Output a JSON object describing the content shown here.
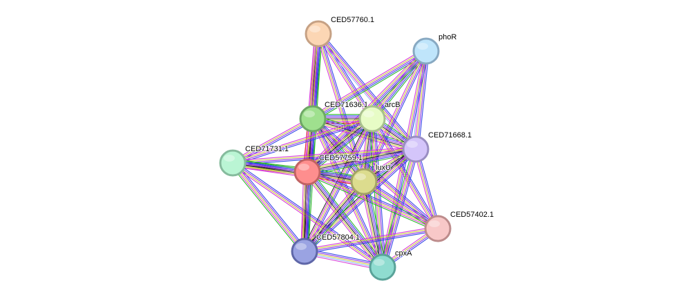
{
  "network": {
    "nodes": [
      {
        "id": "CED57760.1",
        "label": "CED57760.1",
        "fill": "#fcd6b4",
        "stroke": "#c6a184"
      },
      {
        "id": "phoR",
        "label": "phoR",
        "fill": "#bfe5fb",
        "stroke": "#88a9c2"
      },
      {
        "id": "CED71636.1",
        "label": "CED71636.1",
        "fill": "#9fe08e",
        "stroke": "#6ea766"
      },
      {
        "id": "arcB",
        "label": "arcB",
        "fill": "#e7fcc6",
        "stroke": "#a9c08f"
      },
      {
        "id": "CED71668.1",
        "label": "CED71668.1",
        "fill": "#d4c5fa",
        "stroke": "#9a8ec2"
      },
      {
        "id": "CED71731.1",
        "label": "CED71731.1",
        "fill": "#baf5d4",
        "stroke": "#86bb9d"
      },
      {
        "id": "CED57759.1",
        "label": "CED57759.1",
        "fill": "#fe8e8e",
        "stroke": "#c06363"
      },
      {
        "id": "luxU",
        "label": "luxU",
        "fill": "#dcdc8e",
        "stroke": "#a3a366"
      },
      {
        "id": "CED57402.1",
        "label": "CED57402.1",
        "fill": "#f8c8c8",
        "stroke": "#bd8c8c"
      },
      {
        "id": "CED57804.1",
        "label": "CED57804.1",
        "fill": "#9aa3e2",
        "stroke": "#5f67a8"
      },
      {
        "id": "cpxA",
        "label": "cpxA",
        "fill": "#8fdcd0",
        "stroke": "#5aa399"
      }
    ],
    "edges": [
      {
        "source": "CED57760.1",
        "target": "CED71636.1",
        "evidence": [
          "green",
          "blue",
          "purple",
          "black",
          "yellow",
          "magenta"
        ]
      },
      {
        "source": "CED57760.1",
        "target": "CED57759.1",
        "evidence": [
          "green",
          "blue",
          "purple",
          "black",
          "yellow",
          "magenta"
        ]
      },
      {
        "source": "CED57760.1",
        "target": "arcB",
        "evidence": [
          "blue",
          "purple",
          "yellow",
          "magenta"
        ]
      },
      {
        "source": "CED57760.1",
        "target": "CED71668.1",
        "evidence": [
          "blue",
          "purple",
          "yellow",
          "magenta",
          "lightblue"
        ]
      },
      {
        "source": "CED57760.1",
        "target": "luxU",
        "evidence": [
          "blue",
          "purple",
          "yellow",
          "magenta"
        ]
      },
      {
        "source": "CED57760.1",
        "target": "CED57804.1",
        "evidence": [
          "blue",
          "purple",
          "yellow",
          "magenta"
        ]
      },
      {
        "source": "phoR",
        "target": "CED71636.1",
        "evidence": [
          "green",
          "blue",
          "purple",
          "yellow",
          "magenta"
        ]
      },
      {
        "source": "phoR",
        "target": "arcB",
        "evidence": [
          "green",
          "blue",
          "purple",
          "yellow",
          "magenta"
        ]
      },
      {
        "source": "phoR",
        "target": "CED71668.1",
        "evidence": [
          "blue",
          "purple",
          "yellow",
          "magenta",
          "lightblue"
        ]
      },
      {
        "source": "phoR",
        "target": "CED57759.1",
        "evidence": [
          "green",
          "blue",
          "purple",
          "yellow",
          "magenta"
        ]
      },
      {
        "source": "phoR",
        "target": "luxU",
        "evidence": [
          "blue",
          "purple",
          "yellow",
          "magenta"
        ]
      },
      {
        "source": "phoR",
        "target": "cpxA",
        "evidence": [
          "blue",
          "purple",
          "yellow",
          "magenta"
        ]
      },
      {
        "source": "CED71636.1",
        "target": "arcB",
        "evidence": [
          "green",
          "blue",
          "purple",
          "black",
          "yellow",
          "magenta",
          "red"
        ]
      },
      {
        "source": "CED71636.1",
        "target": "CED71668.1",
        "evidence": [
          "green",
          "blue",
          "purple",
          "black",
          "yellow",
          "magenta"
        ]
      },
      {
        "source": "CED71636.1",
        "target": "CED71731.1",
        "evidence": [
          "blue",
          "purple",
          "yellow",
          "magenta"
        ]
      },
      {
        "source": "CED71636.1",
        "target": "CED57759.1",
        "evidence": [
          "green",
          "blue",
          "purple",
          "black",
          "yellow",
          "magenta",
          "red"
        ]
      },
      {
        "source": "CED71636.1",
        "target": "luxU",
        "evidence": [
          "green",
          "blue",
          "purple",
          "black",
          "yellow",
          "magenta"
        ]
      },
      {
        "source": "CED71636.1",
        "target": "CED57402.1",
        "evidence": [
          "blue",
          "purple",
          "yellow",
          "magenta"
        ]
      },
      {
        "source": "CED71636.1",
        "target": "CED57804.1",
        "evidence": [
          "green",
          "blue",
          "purple",
          "black",
          "yellow",
          "magenta"
        ]
      },
      {
        "source": "CED71636.1",
        "target": "cpxA",
        "evidence": [
          "blue",
          "purple",
          "yellow",
          "magenta"
        ]
      },
      {
        "source": "arcB",
        "target": "CED71668.1",
        "evidence": [
          "green",
          "blue",
          "purple",
          "black",
          "yellow",
          "magenta"
        ]
      },
      {
        "source": "arcB",
        "target": "CED71731.1",
        "evidence": [
          "blue",
          "purple",
          "yellow",
          "magenta"
        ]
      },
      {
        "source": "arcB",
        "target": "CED57759.1",
        "evidence": [
          "green",
          "blue",
          "purple",
          "black",
          "yellow",
          "magenta"
        ]
      },
      {
        "source": "arcB",
        "target": "luxU",
        "evidence": [
          "green",
          "blue",
          "purple",
          "black",
          "yellow",
          "magenta"
        ]
      },
      {
        "source": "arcB",
        "target": "CED57402.1",
        "evidence": [
          "blue",
          "purple",
          "yellow",
          "magenta"
        ]
      },
      {
        "source": "arcB",
        "target": "CED57804.1",
        "evidence": [
          "blue",
          "purple",
          "yellow",
          "magenta",
          "black"
        ]
      },
      {
        "source": "arcB",
        "target": "cpxA",
        "evidence": [
          "blue",
          "purple",
          "yellow",
          "magenta",
          "green"
        ]
      },
      {
        "source": "CED71668.1",
        "target": "CED71731.1",
        "evidence": [
          "blue",
          "purple",
          "yellow",
          "magenta"
        ]
      },
      {
        "source": "CED71668.1",
        "target": "CED57759.1",
        "evidence": [
          "green",
          "blue",
          "purple",
          "black",
          "yellow",
          "magenta"
        ]
      },
      {
        "source": "CED71668.1",
        "target": "luxU",
        "evidence": [
          "green",
          "blue",
          "purple",
          "black",
          "yellow",
          "magenta"
        ]
      },
      {
        "source": "CED71668.1",
        "target": "CED57402.1",
        "evidence": [
          "blue",
          "purple",
          "yellow",
          "magenta"
        ]
      },
      {
        "source": "CED71668.1",
        "target": "CED57804.1",
        "evidence": [
          "blue",
          "purple",
          "yellow",
          "magenta",
          "black"
        ]
      },
      {
        "source": "CED71668.1",
        "target": "cpxA",
        "evidence": [
          "blue",
          "purple",
          "yellow",
          "magenta",
          "green"
        ]
      },
      {
        "source": "CED71731.1",
        "target": "CED57759.1",
        "evidence": [
          "green",
          "blue",
          "purple",
          "black",
          "yellow",
          "magenta"
        ]
      },
      {
        "source": "CED71731.1",
        "target": "luxU",
        "evidence": [
          "green",
          "blue",
          "purple",
          "black",
          "yellow",
          "magenta"
        ]
      },
      {
        "source": "CED71731.1",
        "target": "CED57804.1",
        "evidence": [
          "blue",
          "purple",
          "yellow",
          "magenta",
          "green"
        ]
      },
      {
        "source": "CED71731.1",
        "target": "cpxA",
        "evidence": [
          "blue",
          "purple",
          "yellow",
          "magenta"
        ]
      },
      {
        "source": "CED57759.1",
        "target": "luxU",
        "evidence": [
          "green",
          "blue",
          "purple",
          "black",
          "yellow",
          "magenta",
          "red"
        ]
      },
      {
        "source": "CED57759.1",
        "target": "CED57402.1",
        "evidence": [
          "blue",
          "purple",
          "yellow",
          "magenta",
          "green"
        ]
      },
      {
        "source": "CED57759.1",
        "target": "CED57804.1",
        "evidence": [
          "green",
          "blue",
          "purple",
          "black",
          "yellow",
          "magenta"
        ]
      },
      {
        "source": "CED57759.1",
        "target": "cpxA",
        "evidence": [
          "green",
          "blue",
          "purple",
          "black",
          "yellow",
          "magenta"
        ]
      },
      {
        "source": "luxU",
        "target": "CED57402.1",
        "evidence": [
          "blue",
          "purple",
          "yellow",
          "magenta",
          "green"
        ]
      },
      {
        "source": "luxU",
        "target": "CED57804.1",
        "evidence": [
          "green",
          "blue",
          "purple",
          "black",
          "yellow",
          "magenta"
        ]
      },
      {
        "source": "luxU",
        "target": "cpxA",
        "evidence": [
          "green",
          "blue",
          "purple",
          "black",
          "yellow",
          "magenta"
        ]
      },
      {
        "source": "CED57402.1",
        "target": "CED57804.1",
        "evidence": [
          "blue",
          "purple",
          "yellow",
          "magenta"
        ]
      },
      {
        "source": "CED57402.1",
        "target": "cpxA",
        "evidence": [
          "blue",
          "purple",
          "yellow",
          "magenta"
        ]
      },
      {
        "source": "CED57804.1",
        "target": "cpxA",
        "evidence": [
          "blue",
          "purple",
          "yellow",
          "lightblue",
          "magenta"
        ]
      }
    ],
    "evidence_colors": {
      "green": "#22b322",
      "blue": "#2b3ee6",
      "purple": "#8a2be2",
      "black": "#222222",
      "yellow": "#c9c933",
      "magenta": "#d633d6",
      "red": "#e61f1f",
      "lightblue": "#8fb4f0"
    }
  }
}
